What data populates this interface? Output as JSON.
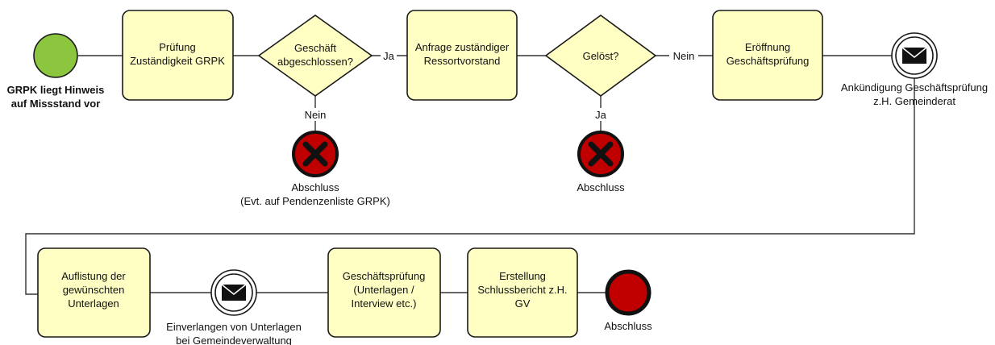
{
  "process": {
    "start": {
      "label_line1": "GRPK liegt Hinweis",
      "label_line2": "auf Missstand vor",
      "color": "#8cc63f"
    },
    "tasks": [
      {
        "id": "pruefung",
        "lines": [
          "Prüfung",
          "Zuständigkeit GRPK"
        ]
      },
      {
        "id": "anfrage",
        "lines": [
          "Anfrage zuständiger",
          "Ressortvorstand"
        ]
      },
      {
        "id": "eroeffnung",
        "lines": [
          "Eröffnung",
          "Geschäftsprüfung"
        ]
      },
      {
        "id": "auflistung",
        "lines": [
          "Auflistung der",
          "gewünschten",
          "Unterlagen"
        ]
      },
      {
        "id": "geschaeftspruefung",
        "lines": [
          "Geschäftsprüfung",
          "(Unterlagen /",
          "Interview etc.)"
        ]
      },
      {
        "id": "erstellung",
        "lines": [
          "Erstellung",
          "Schlussbericht z.H.",
          "GV"
        ]
      }
    ],
    "gateways": [
      {
        "id": "abgeschlossen",
        "lines": [
          "Geschäft",
          "abgeschlossen?"
        ],
        "yes_label": "Ja",
        "no_label": "Nein"
      },
      {
        "id": "geloest",
        "lines": [
          "Gelöst?"
        ],
        "yes_label": "Ja",
        "no_label": "Nein"
      }
    ],
    "error_ends": [
      {
        "id": "abschluss1",
        "lines": [
          "Abschluss",
          "(Evt. auf Pendenzenliste GRPK)"
        ]
      },
      {
        "id": "abschluss2",
        "lines": [
          "Abschluss"
        ]
      }
    ],
    "message_events": [
      {
        "id": "ankuendigung",
        "lines": [
          "Ankündigung Geschäftsprüfung",
          "z.H. Gemeinderat"
        ]
      },
      {
        "id": "einverlangen",
        "lines": [
          "Einverlangen von Unterlagen",
          "bei Gemeindeverwaltung"
        ]
      }
    ],
    "end": {
      "label": "Abschluss",
      "color": "#c00000"
    },
    "colors": {
      "task_fill": "#ffffc4",
      "error_fill": "#c00000",
      "start_fill": "#8cc63f"
    }
  }
}
